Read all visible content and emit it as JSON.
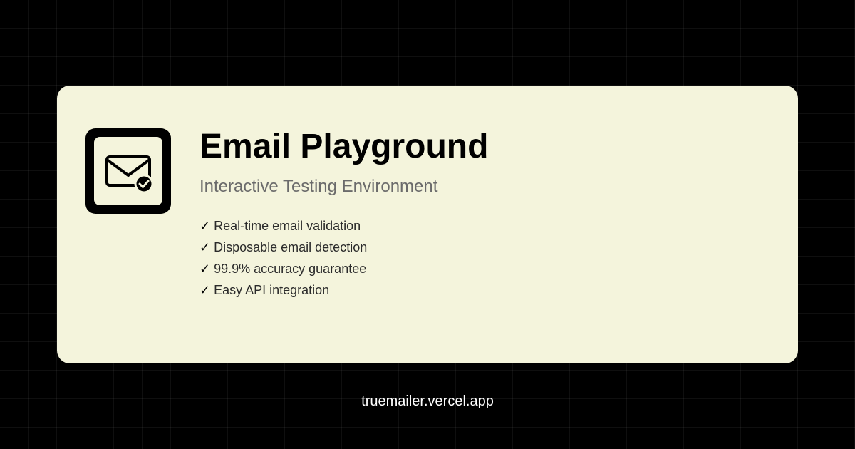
{
  "colors": {
    "background": "#000000",
    "card": "#f4f4dc",
    "title": "#000000",
    "subtitle": "#6b6b6b",
    "feature_text": "#2b2b2b",
    "footer_text": "#ffffff"
  },
  "logo": {
    "icon": "envelope-check-icon"
  },
  "card": {
    "title": "Email Playground",
    "subtitle": "Interactive Testing Environment",
    "check_symbol": "✓",
    "features": [
      "Real-time email validation",
      "Disposable email detection",
      "99.9% accuracy guarantee",
      "Easy API integration"
    ]
  },
  "footer": {
    "url": "truemailer.vercel.app"
  }
}
